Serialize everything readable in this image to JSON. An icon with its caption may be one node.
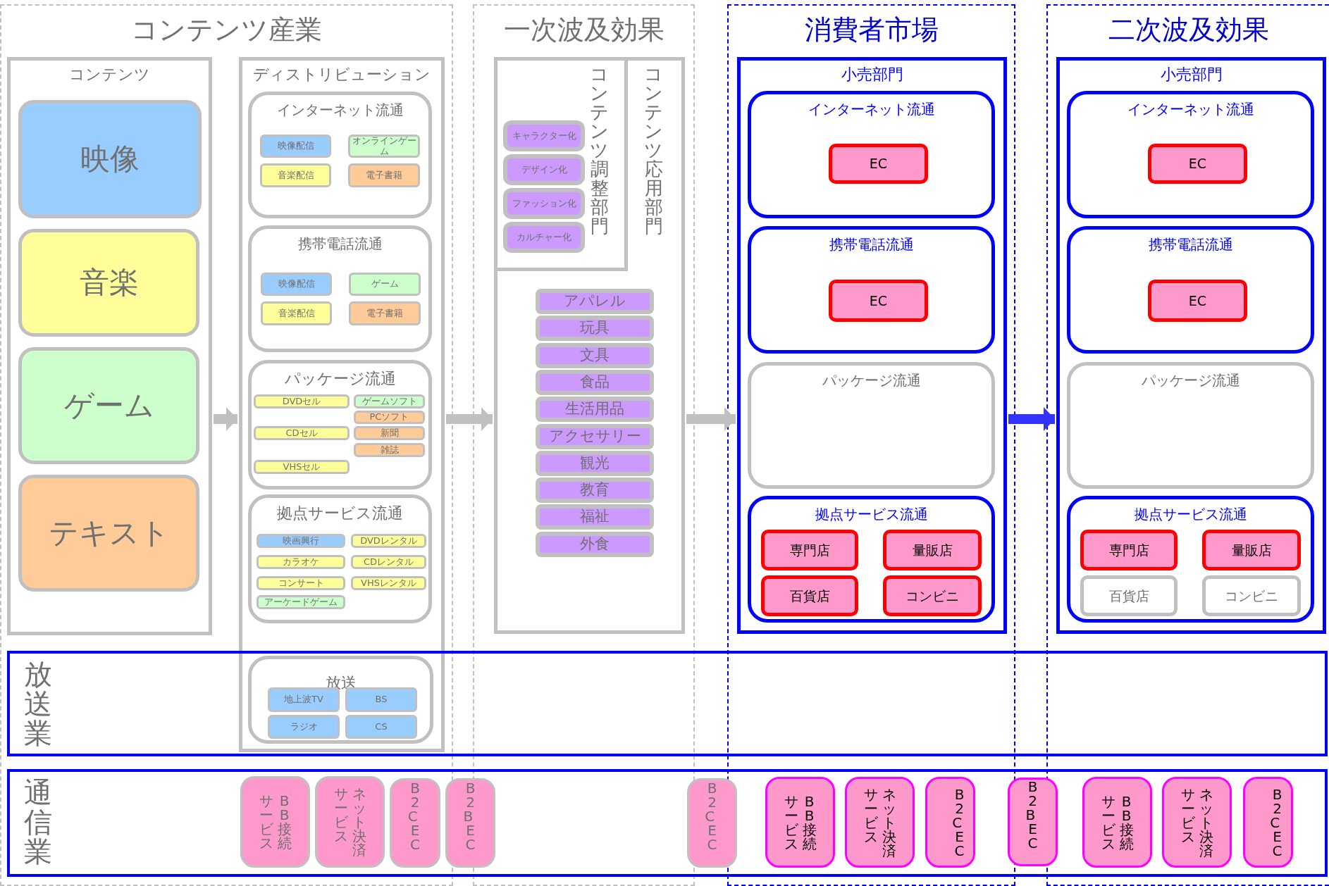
{
  "diagram": {
    "nodes": [
      {
        "text": [
          "コンテンツ産業"
        ]
      },
      {
        "text": [
          "コンテンツ"
        ],
        "in": 0
      },
      {
        "text": [
          "映像"
        ],
        "in": 1
      },
      {
        "text": [
          "音楽"
        ],
        "in": 1
      },
      {
        "text": [
          "ゲーム"
        ],
        "in": 1
      },
      {
        "text": [
          "テキスト"
        ],
        "in": 1
      },
      {
        "text": [
          "ディストリビューション"
        ],
        "in": 0
      },
      {
        "text": [
          "インターネット流通"
        ],
        "in": 6
      },
      {
        "text": [
          "映像配信"
        ],
        "in": 7
      },
      {
        "text": [
          "オンラインゲーム"
        ],
        "in": 7
      },
      {
        "text": [
          "音楽配信"
        ],
        "in": 7
      },
      {
        "text": [
          "電子書籍"
        ],
        "in": 7
      },
      {
        "text": [
          "携帯電話流通"
        ],
        "in": 6
      },
      {
        "text": [
          "映像配信"
        ],
        "in": 12
      },
      {
        "text": [
          "ゲーム"
        ],
        "in": 12
      },
      {
        "text": [
          "音楽配信"
        ],
        "in": 12
      },
      {
        "text": [
          "電子書籍"
        ],
        "in": 12
      },
      {
        "text": [
          "パッケージ流通"
        ],
        "in": 6
      },
      {
        "text": [
          "DVDセル"
        ],
        "in": 17
      },
      {
        "text": [
          "ゲームソフト"
        ],
        "in": 17
      },
      {
        "text": [
          "PCソフト"
        ],
        "in": 17
      },
      {
        "text": [
          "CDセル"
        ],
        "in": 17
      },
      {
        "text": [
          "新聞"
        ],
        "in": 17
      },
      {
        "text": [
          "雑誌"
        ],
        "in": 17
      },
      {
        "text": [
          "VHSセル"
        ],
        "in": 17
      },
      {
        "text": [
          "拠点サービス流通"
        ],
        "in": 6
      },
      {
        "text": [
          "映画興行"
        ],
        "in": 25
      },
      {
        "text": [
          "DVDレンタル"
        ],
        "in": 25
      },
      {
        "text": [
          "カラオケ"
        ],
        "in": 25
      },
      {
        "text": [
          "CDレンタル"
        ],
        "in": 25
      },
      {
        "text": [
          "コンサート"
        ],
        "in": 25
      },
      {
        "text": [
          "VHSレンタル"
        ],
        "in": 25
      },
      {
        "text": [
          "アーケードゲーム"
        ],
        "in": 25
      },
      {
        "text": [
          "放送"
        ]
      },
      {
        "text": [
          "地上波TV"
        ],
        "in": 33
      },
      {
        "text": [
          "BS"
        ],
        "in": 33
      },
      {
        "text": [
          "ラジオ"
        ],
        "in": 33
      },
      {
        "text": [
          "CS"
        ],
        "in": 33
      },
      {
        "text": [
          "一次波及効果"
        ]
      },
      {
        "text": [
          "コンテンツ応用部門"
        ],
        "in": 38
      },
      {
        "text": [
          "コンテンツ調整部門"
        ],
        "in": 39
      },
      {
        "text": [
          "キャラクター化"
        ],
        "in": 40
      },
      {
        "text": [
          "デザイン化"
        ],
        "in": 40
      },
      {
        "text": [
          "ファッション化"
        ],
        "in": 40
      },
      {
        "text": [
          "カルチャー化"
        ],
        "in": 40
      },
      {
        "text": [
          "アパレル"
        ],
        "in": 39
      },
      {
        "text": [
          "玩具"
        ],
        "in": 39
      },
      {
        "text": [
          "文具"
        ],
        "in": 39
      },
      {
        "text": [
          "食品"
        ],
        "in": 39
      },
      {
        "text": [
          "生活用品"
        ],
        "in": 39
      },
      {
        "text": [
          "アクセサリー"
        ],
        "in": 39
      },
      {
        "text": [
          "観光"
        ],
        "in": 39
      },
      {
        "text": [
          "教育"
        ],
        "in": 39
      },
      {
        "text": [
          "福祉"
        ],
        "in": 39
      },
      {
        "text": [
          "外食"
        ],
        "in": 39
      },
      {
        "text": [
          "消費者市場"
        ]
      },
      {
        "text": [
          "小売部門"
        ],
        "in": 55
      },
      {
        "text": [
          "インターネット流通"
        ],
        "in": 56
      },
      {
        "text": [
          "EC"
        ],
        "in": 57
      },
      {
        "text": [
          "携帯電話流通"
        ],
        "in": 56
      },
      {
        "text": [
          "EC"
        ],
        "in": 59
      },
      {
        "text": [
          "パッケージ流通"
        ],
        "in": 56
      },
      {
        "text": [
          "拠点サービス流通"
        ],
        "in": 56
      },
      {
        "text": [
          "専門店"
        ],
        "in": 62
      },
      {
        "text": [
          "量販店"
        ],
        "in": 62
      },
      {
        "text": [
          "百貨店"
        ],
        "in": 62
      },
      {
        "text": [
          "コンビニ"
        ],
        "in": 62
      },
      {
        "text": [
          "二次波及効果"
        ]
      },
      {
        "text": [
          "小売部門"
        ],
        "in": 67
      },
      {
        "text": [
          "インターネット流通"
        ],
        "in": 68
      },
      {
        "text": [
          "EC"
        ],
        "in": 69
      },
      {
        "text": [
          "携帯電話流通"
        ],
        "in": 68
      },
      {
        "text": [
          "EC"
        ],
        "in": 71
      },
      {
        "text": [
          "パッケージ流通"
        ],
        "in": 68
      },
      {
        "text": [
          "拠点サービス流通"
        ],
        "in": 68
      },
      {
        "text": [
          "専門店"
        ],
        "in": 74
      },
      {
        "text": [
          "量販店"
        ],
        "in": 74
      },
      {
        "text": [
          "百貨店"
        ],
        "in": 74
      },
      {
        "text": [
          "コンビニ"
        ],
        "in": 74
      },
      {
        "text": [
          "放送業"
        ]
      },
      {
        "text": [
          "通信業"
        ]
      },
      {
        "text": [
          "BB接続サービス"
        ]
      },
      {
        "text": [
          "ネット決済サービス"
        ]
      },
      {
        "text": [
          "B2C EC"
        ]
      },
      {
        "text": [
          "B2B EC"
        ],
        "in": 80
      },
      {
        "text": [
          "B2C EC"
        ],
        "in": 80
      },
      {
        "text": [
          "BB接続サービス"
        ]
      },
      {
        "text": [
          "ネット決済サービス"
        ]
      },
      {
        "text": [
          "B2C EC"
        ]
      },
      {
        "text": [
          "B2B EC"
        ],
        "in": 80
      },
      {
        "text": [
          "BB接続サービス"
        ]
      },
      {
        "text": [
          "ネット決済サービス"
        ]
      },
      {
        "text": [
          "B2C EC"
        ]
      }
    ],
    "edges": [
      {
        "from": 1,
        "to": 6,
        "arrow": "to"
      },
      {
        "from": 6,
        "to": 39,
        "arrow": "to"
      },
      {
        "from": 39,
        "to": 56,
        "arrow": "to"
      },
      {
        "from": 56,
        "to": 68,
        "arrow": "to",
        "color": "#3333ff"
      }
    ]
  }
}
